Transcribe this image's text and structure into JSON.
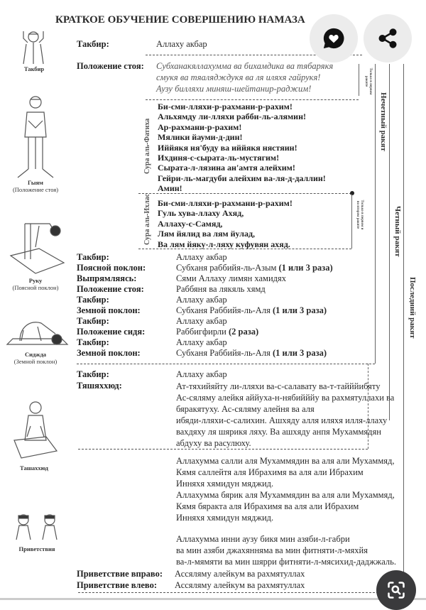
{
  "title": "КРАТКОЕ ОБУЧЕНИЕ СОВЕРШЕНИЮ НАМАЗА",
  "figures": [
    {
      "name": "Такбир",
      "sub": ""
    },
    {
      "name": "Гыям",
      "sub": "(Положение стоя)"
    },
    {
      "name": "Руку",
      "sub": "(Поясной поклон)"
    },
    {
      "name": "Сиджда",
      "sub": "(Земной поклон)"
    },
    {
      "name": "Ташаххюд",
      "sub": ""
    },
    {
      "name": "Приветствия",
      "sub": ""
    }
  ],
  "opening": {
    "takbir_label": "Такбир:",
    "takbir_value": "Аллаху акбар",
    "standing_label": "Положение стоя:",
    "standing_lines": [
      "Субханакяллахумма ва бихамдика ва тябарякя",
      "смукя ва тяалядждукя ва ля иляхя гайрукя!",
      "Аузу билляхи миняш-шейтанир-раджим!"
    ],
    "note": "Только в первом ракяте"
  },
  "fatiha": {
    "label": "Сура аль-Фатиха",
    "lines": [
      "Би-сми-лляхи-р-рахмани-р-рахим!",
      "Альхямду ли-лляхи рабби-ль-алямин!",
      "Ар-рахмани-р-рахим!",
      "Мялики йауми-д-дин!",
      "Иййякя ня'буду ва иййякя нястяин!",
      "Ихдиня-с-сырата-ль-мустягим!",
      "Сырата-л-лязина ан'амтя алейхим!",
      "Гейри-ль-магдуби алейхим ва-ля-д-даллин!",
      "Амин!"
    ]
  },
  "ikhlas": {
    "label": "Сура аль-Ихлас",
    "note": "Только в первом и во втором ракяте",
    "lines": [
      "Би-сми-лляхи-р-рахмани-р-рахим!",
      "Гуль хува-ллаху Ахяд,",
      "Аллаху-с-Самяд,",
      "Лям йялид ва лям йулад,",
      "Ва лям йяку-л-ляху куфувян ахяд."
    ]
  },
  "steps": [
    {
      "label": "Такбир:",
      "value": "Аллаху акбар",
      "extra": ""
    },
    {
      "label": "Поясной поклон:",
      "value": "Субханя раббийя-ль-Азым ",
      "extra": "(1 или 3 раза)"
    },
    {
      "label": "Выпрямляясь:",
      "value": "Сями Аллаху лимян хамидях",
      "extra": ""
    },
    {
      "label": "Положение стоя:",
      "value": "Раббяня ва лякяль хямд",
      "extra": ""
    },
    {
      "label": "Такбир:",
      "value": "Аллаху акбар",
      "extra": ""
    },
    {
      "label": "Земной поклон:",
      "value": "Субханя Раббийя-ль-Аля ",
      "extra": "(1 или 3 раза)"
    },
    {
      "label": "Такбир:",
      "value": "Аллаху акбар",
      "extra": ""
    },
    {
      "label": "Положение сидя:",
      "value": "Раббигфирли ",
      "extra": "(2 раза)"
    },
    {
      "label": "Такбир:",
      "value": "Аллаху акбар",
      "extra": ""
    },
    {
      "label": "Земной поклон:",
      "value": "Субханя Раббийя-ль-Аля ",
      "extra": "(1 или 3 раза)"
    }
  ],
  "rakats": {
    "odd": "Нечетный ракят",
    "even": "Четный ракят",
    "last": "Последний ракят"
  },
  "tashahhud": {
    "takbir_label": "Такбир:",
    "takbir_value": "Аллаху акбар",
    "label": "Тяшяххюд:",
    "lines": [
      "Ат-тяхийяйту ли-лляхи ва-с-салавату ва-т-тайййибяту",
      "Ас-сялямy алейкя аййуха-н-нябийййу ва рахмятуллахи ва",
      "бяракятуху. Ас-сялямy алейня ва аля",
      "ибяди-лляхи-с-салихин. Ашхяду алля иляхя илля-ллаху",
      "вахдяху ля шярикя ляху. Ва ашхяду анпя Мухаммядян",
      "абдуху ва расулюху."
    ]
  },
  "salawat": [
    "Аллахумма салли аля Мухаммядин ва аля али Мухаммяд,",
    "Кямя саллейтя аля Ибрахимя ва аля али Ибрахим",
    "Инняхя хямидун мяджид.",
    "Аллахумма бярик аля Мухаммядин ва аля али Мухаммяд,",
    "Кямя бяракта аля Ибрахимя ва аля али Ибрахим",
    "Инняхя хямидун мяджид."
  ],
  "dua": [
    "Аллахумма инни аузу бикя мин азяби-л-габри",
    "ва мин азяби джахянняма ва мин фитняти-л-мяхйя",
    "ва-л-мямяти ва мин шярри фитняти-л-мясихид-даджжаль."
  ],
  "greetings": [
    {
      "label": "Приветствие вправо:",
      "value": "Ассяляму алейкум ва рахмятуллах"
    },
    {
      "label": "Приветствие влево:",
      "value": "Ассяляму алейкум ва рахмятуллах"
    }
  ],
  "overlay": {
    "like_icon": "heart-speech-bubble-icon",
    "share_icon": "share-icon",
    "lens_icon": "visual-search-icon"
  }
}
